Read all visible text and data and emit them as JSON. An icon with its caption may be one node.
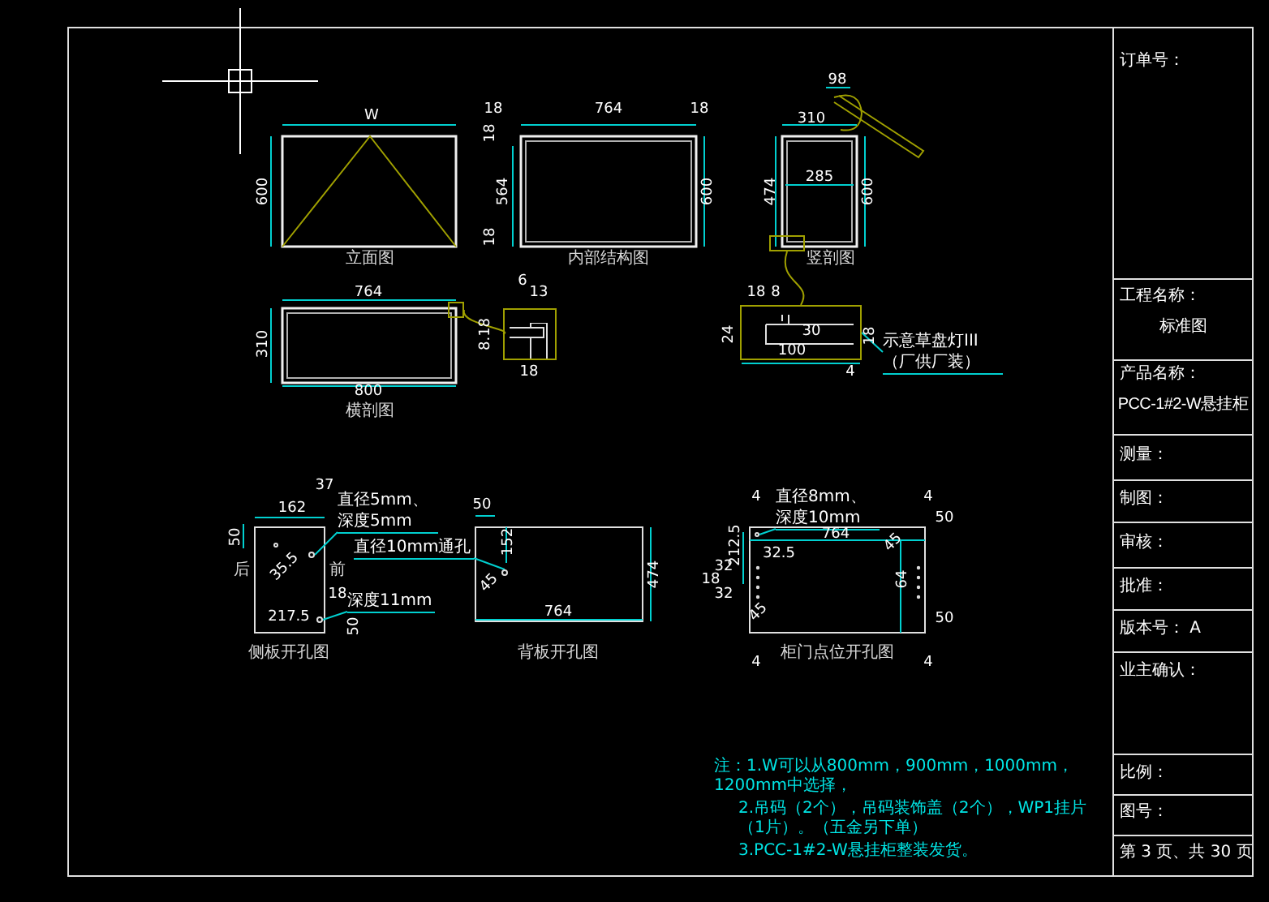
{
  "diagram": {
    "nodes": [
      {
        "text": [
          "示意草盘灯III（厂供厂装）"
        ]
      },
      {
        "text": [
          "直径5mm、深度5mm"
        ]
      },
      {
        "text": [
          "深度11mm"
        ]
      },
      {
        "text": [
          "直径10mm通孔"
        ]
      },
      {
        "text": [
          "直径8mm、深度10mm"
        ]
      },
      {
        "text": [],
        "shape": "box"
      },
      {
        "text": [],
        "shape": "box"
      },
      {
        "text": [],
        "shape": "box"
      },
      {
        "text": [],
        "shape": "box"
      },
      {
        "text": [],
        "shape": "circle"
      },
      {
        "text": [],
        "shape": "circle"
      },
      {
        "text": [],
        "shape": "circle"
      },
      {
        "text": [],
        "shape": "circle"
      }
    ],
    "edges": [
      {
        "from": 0,
        "to": 6,
        "arrow": "none"
      },
      {
        "from": 1,
        "to": 9,
        "arrow": "none"
      },
      {
        "from": 2,
        "to": 10,
        "arrow": "none"
      },
      {
        "from": 3,
        "to": 11,
        "arrow": "none"
      },
      {
        "from": 4,
        "to": 12,
        "arrow": "none"
      },
      {
        "from": 5,
        "to": 6,
        "arrow": "none",
        "color": "#a0a000"
      },
      {
        "from": 7,
        "to": 8,
        "arrow": "none",
        "color": "#a0a000"
      }
    ],
    "labels": [
      "W",
      "600",
      "立面图",
      "18",
      "764",
      "18",
      "18",
      "564",
      "18",
      "600",
      "内部结构图",
      "98",
      "310",
      "285",
      "474",
      "600",
      "竖剖图",
      "764",
      "310",
      "800",
      "横剖图",
      "6",
      "13",
      "8.18",
      "18",
      "18",
      "8",
      "24",
      "30",
      "100",
      "18",
      "4",
      "162",
      "37",
      "50",
      "后",
      "前",
      "35.5",
      "18",
      "217.5",
      "50",
      "侧板开孔图",
      "50",
      "152",
      "45",
      "764",
      "474",
      "背板开孔图",
      "4",
      "4",
      "764",
      "32.5",
      "212.5",
      "32",
      "18",
      "32",
      "45",
      "64",
      "50",
      "50",
      "4",
      "4",
      "45",
      "柜门点位开孔图",
      "订单号：",
      "工程名称：",
      "标准图",
      "产品名称：",
      "PCC-1#2-W悬挂柜",
      "测量：",
      "制图：",
      "审核：",
      "批准：",
      "版本号： A",
      "业主确认：",
      "比例：",
      "图号：",
      "第 3 页、共 30 页",
      "注：1.W可以从800mm，900mm，1000mm，1200mm中选择，",
      "2.吊码（2个），吊码装饰盖（2个），WP1挂片（1片）。（五金另下单）",
      "3.PCC-1#2-W悬挂柜整装发货。"
    ]
  }
}
